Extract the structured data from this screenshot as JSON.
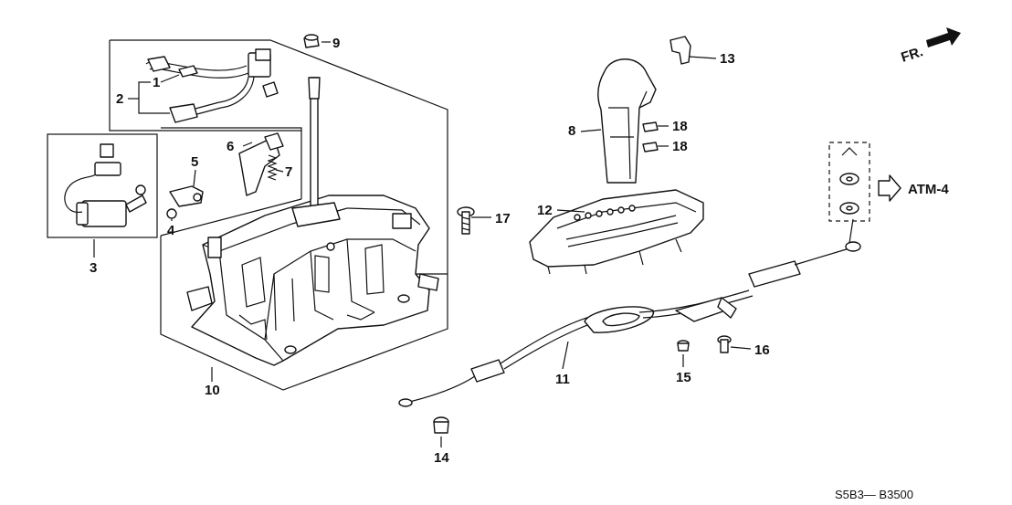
{
  "diagram": {
    "orientation_label": "FR.",
    "reference_label": "ATM-4",
    "code": "S5B3— B3500",
    "callouts": [
      "1",
      "2",
      "3",
      "4",
      "5",
      "6",
      "7",
      "8",
      "9",
      "10",
      "11",
      "12",
      "13",
      "14",
      "15",
      "16",
      "17",
      "18",
      "18"
    ]
  },
  "icons": {
    "front_arrow": "front-direction-arrow-icon",
    "reference_arrow": "hollow-arrow-icon"
  }
}
